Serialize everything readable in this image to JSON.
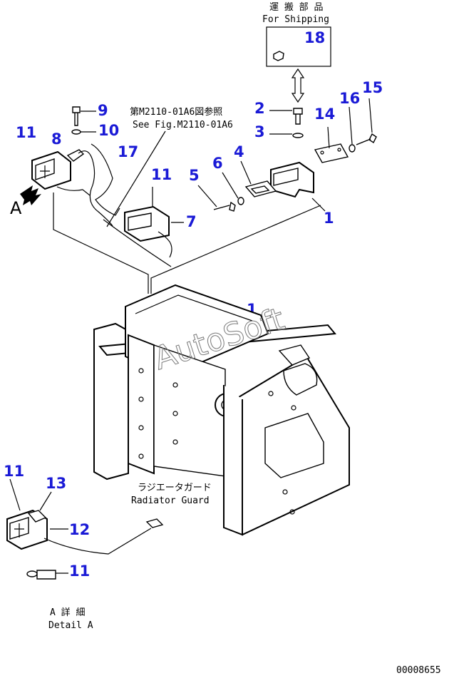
{
  "shipping_box": {
    "title_jp": "運 搬 部 品",
    "title_en": "For Shipping"
  },
  "reference": {
    "jp": "第M2110-01A6図参照",
    "en": "See Fig.M2110-01A6"
  },
  "radiator": {
    "jp": "ラジエータガード",
    "en": "Radiator Guard"
  },
  "detail": {
    "jp": "A 詳 細",
    "en": "Detail A"
  },
  "view_letter": "A",
  "watermark": "AutoSoft",
  "drawing_code": "00008655",
  "callouts": {
    "c18": "18",
    "c2": "2",
    "c3": "3",
    "c14": "14",
    "c16": "16",
    "c15": "15",
    "c9": "9",
    "c10": "10",
    "c11a": "11",
    "c8": "8",
    "c17": "17",
    "c4": "4",
    "c6": "6",
    "c5": "5",
    "c11b": "11",
    "c7": "7",
    "c1a": "1",
    "c1b": "1",
    "c11c": "11",
    "c13": "13",
    "c12": "12",
    "c11d": "11"
  },
  "colors": {
    "callout": "#1a1ad6",
    "line": "#000000",
    "watermark": "#7a7a7a"
  }
}
